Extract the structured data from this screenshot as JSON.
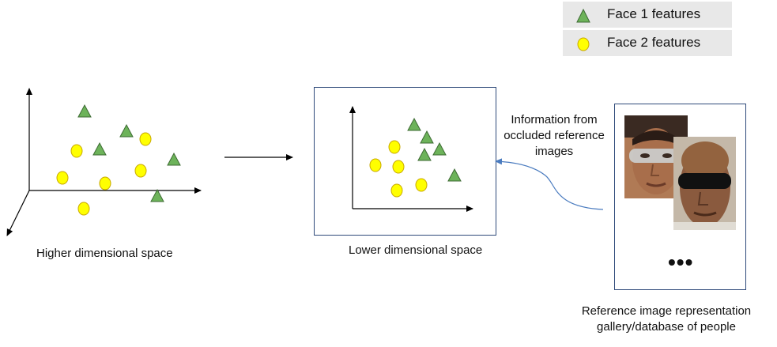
{
  "legend": [
    {
      "label": "Face 1 features",
      "symbol": "triangle-icon",
      "color": "#6db35a"
    },
    {
      "label": "Face 2 features",
      "symbol": "circle-icon",
      "color": "#ffff00"
    }
  ],
  "captions": {
    "higher_space": "Higher dimensional space",
    "lower_space": "Lower dimensional space",
    "occluded_info": [
      "Information from",
      "occluded reference",
      "images"
    ],
    "gallery": [
      "Reference image representation",
      "gallery/database of people"
    ]
  },
  "gallery_more": "•••",
  "colors": {
    "triangle": "#6db35a",
    "circle": "#ffff00",
    "panel_border": "#2f4a7a",
    "curve": "#4a7bbf"
  }
}
